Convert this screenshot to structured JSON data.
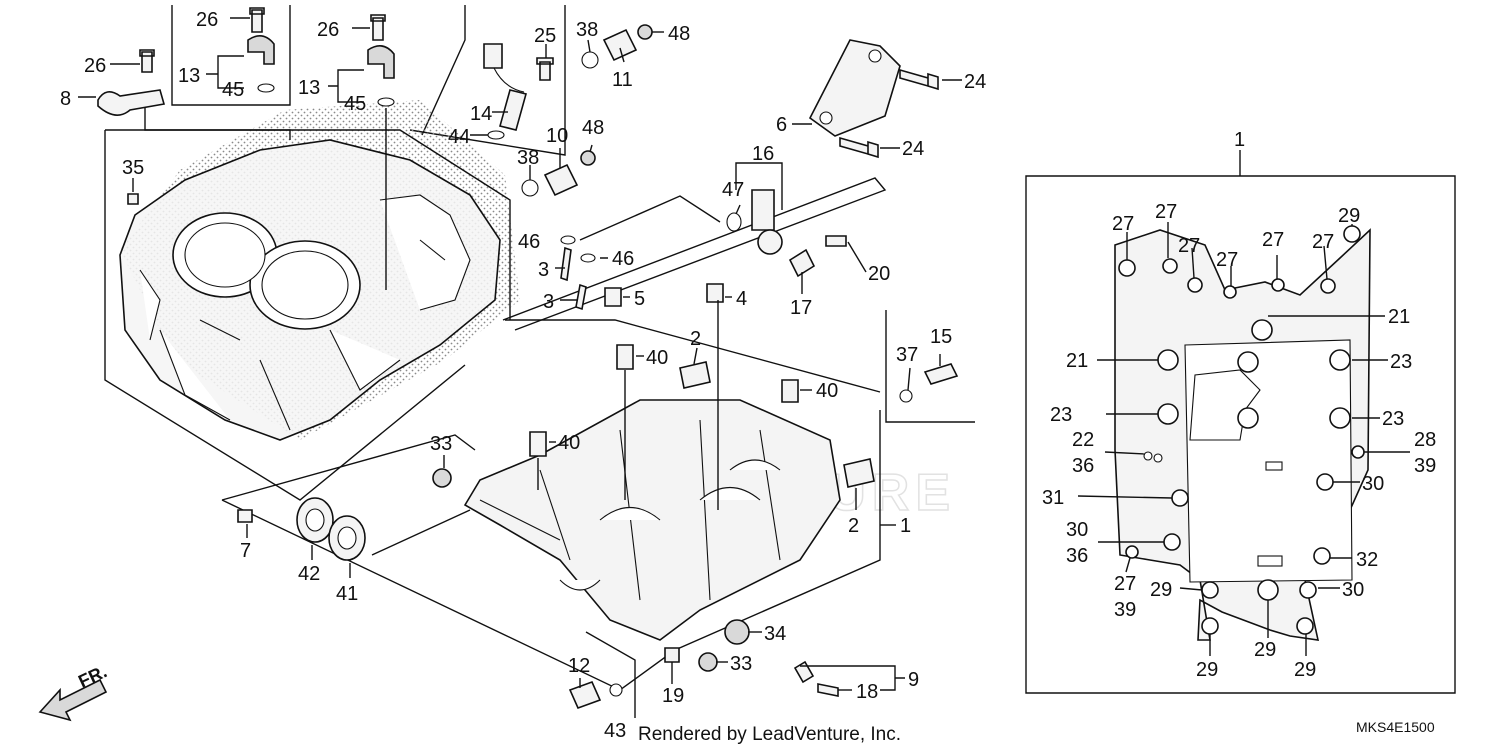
{
  "diagram": {
    "credit": "Rendered by LeadVenture, Inc.",
    "diagram_code": "MKS4E1500",
    "direction_label": "FR.",
    "watermark": "LEADVENTURE",
    "callouts": [
      {
        "id": "c26a",
        "text": "26"
      },
      {
        "id": "c13a",
        "text": "13"
      },
      {
        "id": "c45a",
        "text": "45"
      },
      {
        "id": "c26b",
        "text": "26"
      },
      {
        "id": "c8",
        "text": "8"
      },
      {
        "id": "c26c",
        "text": "26"
      },
      {
        "id": "c13b",
        "text": "13"
      },
      {
        "id": "c45b",
        "text": "45"
      },
      {
        "id": "c25",
        "text": "25"
      },
      {
        "id": "c14",
        "text": "14"
      },
      {
        "id": "c44",
        "text": "44"
      },
      {
        "id": "c38a",
        "text": "38"
      },
      {
        "id": "c11",
        "text": "11"
      },
      {
        "id": "c48a",
        "text": "48"
      },
      {
        "id": "c38b",
        "text": "38"
      },
      {
        "id": "c10",
        "text": "10"
      },
      {
        "id": "c48b",
        "text": "48"
      },
      {
        "id": "c24a",
        "text": "24"
      },
      {
        "id": "c24b",
        "text": "24"
      },
      {
        "id": "c6",
        "text": "6"
      },
      {
        "id": "c16",
        "text": "16"
      },
      {
        "id": "c47",
        "text": "47"
      },
      {
        "id": "c20",
        "text": "20"
      },
      {
        "id": "c17",
        "text": "17"
      },
      {
        "id": "c35",
        "text": "35"
      },
      {
        "id": "c46a",
        "text": "46"
      },
      {
        "id": "c46b",
        "text": "46"
      },
      {
        "id": "c3a",
        "text": "3"
      },
      {
        "id": "c3b",
        "text": "3"
      },
      {
        "id": "c5",
        "text": "5"
      },
      {
        "id": "c4",
        "text": "4"
      },
      {
        "id": "c2a",
        "text": "2"
      },
      {
        "id": "c40a",
        "text": "40"
      },
      {
        "id": "c40b",
        "text": "40"
      },
      {
        "id": "c40c",
        "text": "40"
      },
      {
        "id": "c37",
        "text": "37"
      },
      {
        "id": "c15",
        "text": "15"
      },
      {
        "id": "c33a",
        "text": "33"
      },
      {
        "id": "c2b",
        "text": "2"
      },
      {
        "id": "c1a",
        "text": "1"
      },
      {
        "id": "c7",
        "text": "7"
      },
      {
        "id": "c42",
        "text": "42"
      },
      {
        "id": "c41",
        "text": "41"
      },
      {
        "id": "c12",
        "text": "12"
      },
      {
        "id": "c43",
        "text": "43"
      },
      {
        "id": "c34",
        "text": "34"
      },
      {
        "id": "c33b",
        "text": "33"
      },
      {
        "id": "c19",
        "text": "19"
      },
      {
        "id": "c9",
        "text": "9"
      },
      {
        "id": "c18",
        "text": "18"
      },
      {
        "id": "d1",
        "text": "1"
      },
      {
        "id": "d27a",
        "text": "27"
      },
      {
        "id": "d27b",
        "text": "27"
      },
      {
        "id": "d27c",
        "text": "27"
      },
      {
        "id": "d27d",
        "text": "27"
      },
      {
        "id": "d27e",
        "text": "27"
      },
      {
        "id": "d27f",
        "text": "27"
      },
      {
        "id": "d29a",
        "text": "29"
      },
      {
        "id": "d21a",
        "text": "21"
      },
      {
        "id": "d21b",
        "text": "21"
      },
      {
        "id": "d23a",
        "text": "23"
      },
      {
        "id": "d23b",
        "text": "23"
      },
      {
        "id": "d23c",
        "text": "23"
      },
      {
        "id": "d22",
        "text": "22"
      },
      {
        "id": "d36a",
        "text": "36"
      },
      {
        "id": "d28",
        "text": "28"
      },
      {
        "id": "d39a",
        "text": "39"
      },
      {
        "id": "d30a",
        "text": "30"
      },
      {
        "id": "d31",
        "text": "31"
      },
      {
        "id": "d30b",
        "text": "30"
      },
      {
        "id": "d36b",
        "text": "36"
      },
      {
        "id": "d32",
        "text": "32"
      },
      {
        "id": "d27g",
        "text": "27"
      },
      {
        "id": "d39b",
        "text": "39"
      },
      {
        "id": "d29b",
        "text": "29"
      },
      {
        "id": "d30c",
        "text": "30"
      },
      {
        "id": "d29c",
        "text": "29"
      },
      {
        "id": "d29d",
        "text": "29"
      },
      {
        "id": "d29e",
        "text": "29"
      }
    ]
  }
}
